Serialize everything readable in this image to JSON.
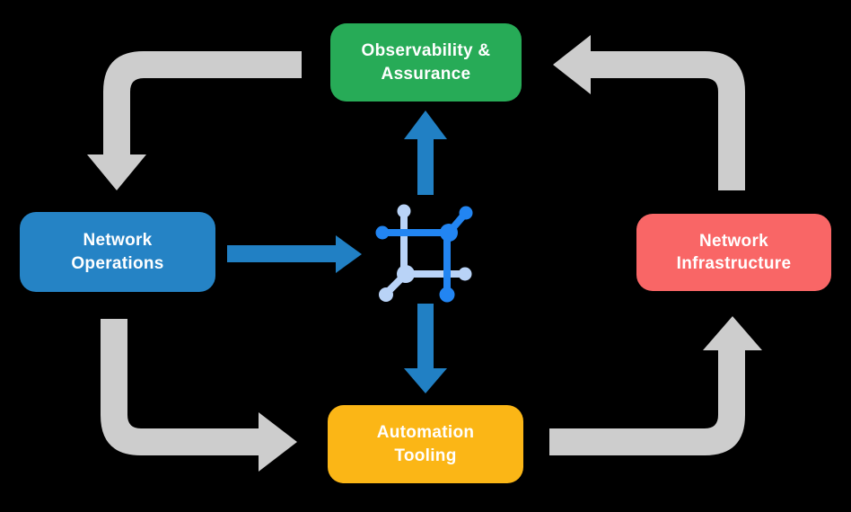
{
  "colors": {
    "background": "#000000",
    "node_text": "#ffffff",
    "flow_arrow_gray": "#cdcdcd",
    "flow_arrow_blue": "#2180c4",
    "icon_dark_blue": "#2285f2",
    "icon_light_blue": "#b9d3f7"
  },
  "nodes": {
    "observability_assurance": {
      "label": "Observability &\nAssurance",
      "color": "#27ab57"
    },
    "network_operations": {
      "label": "Network\nOperations",
      "color": "#2583c5"
    },
    "network_infrastructure": {
      "label": "Network\nInfrastructure",
      "color": "#f96666"
    },
    "automation_tooling": {
      "label": "Automation\nTooling",
      "color": "#fbb616"
    }
  },
  "center_icon": {
    "name": "network-fabric-icon"
  },
  "flows": [
    {
      "from": "observability_assurance",
      "to": "network_operations",
      "style": "gray-elbow"
    },
    {
      "from": "network_infrastructure",
      "to": "observability_assurance",
      "style": "gray-elbow"
    },
    {
      "from": "network_operations",
      "to": "automation_tooling",
      "style": "gray-elbow"
    },
    {
      "from": "automation_tooling",
      "to": "network_infrastructure",
      "style": "gray-elbow"
    },
    {
      "from": "network_operations",
      "to": "center_icon",
      "style": "blue-straight"
    },
    {
      "from": "center_icon",
      "to": "observability_assurance",
      "style": "blue-straight"
    },
    {
      "from": "center_icon",
      "to": "automation_tooling",
      "style": "blue-straight"
    }
  ]
}
